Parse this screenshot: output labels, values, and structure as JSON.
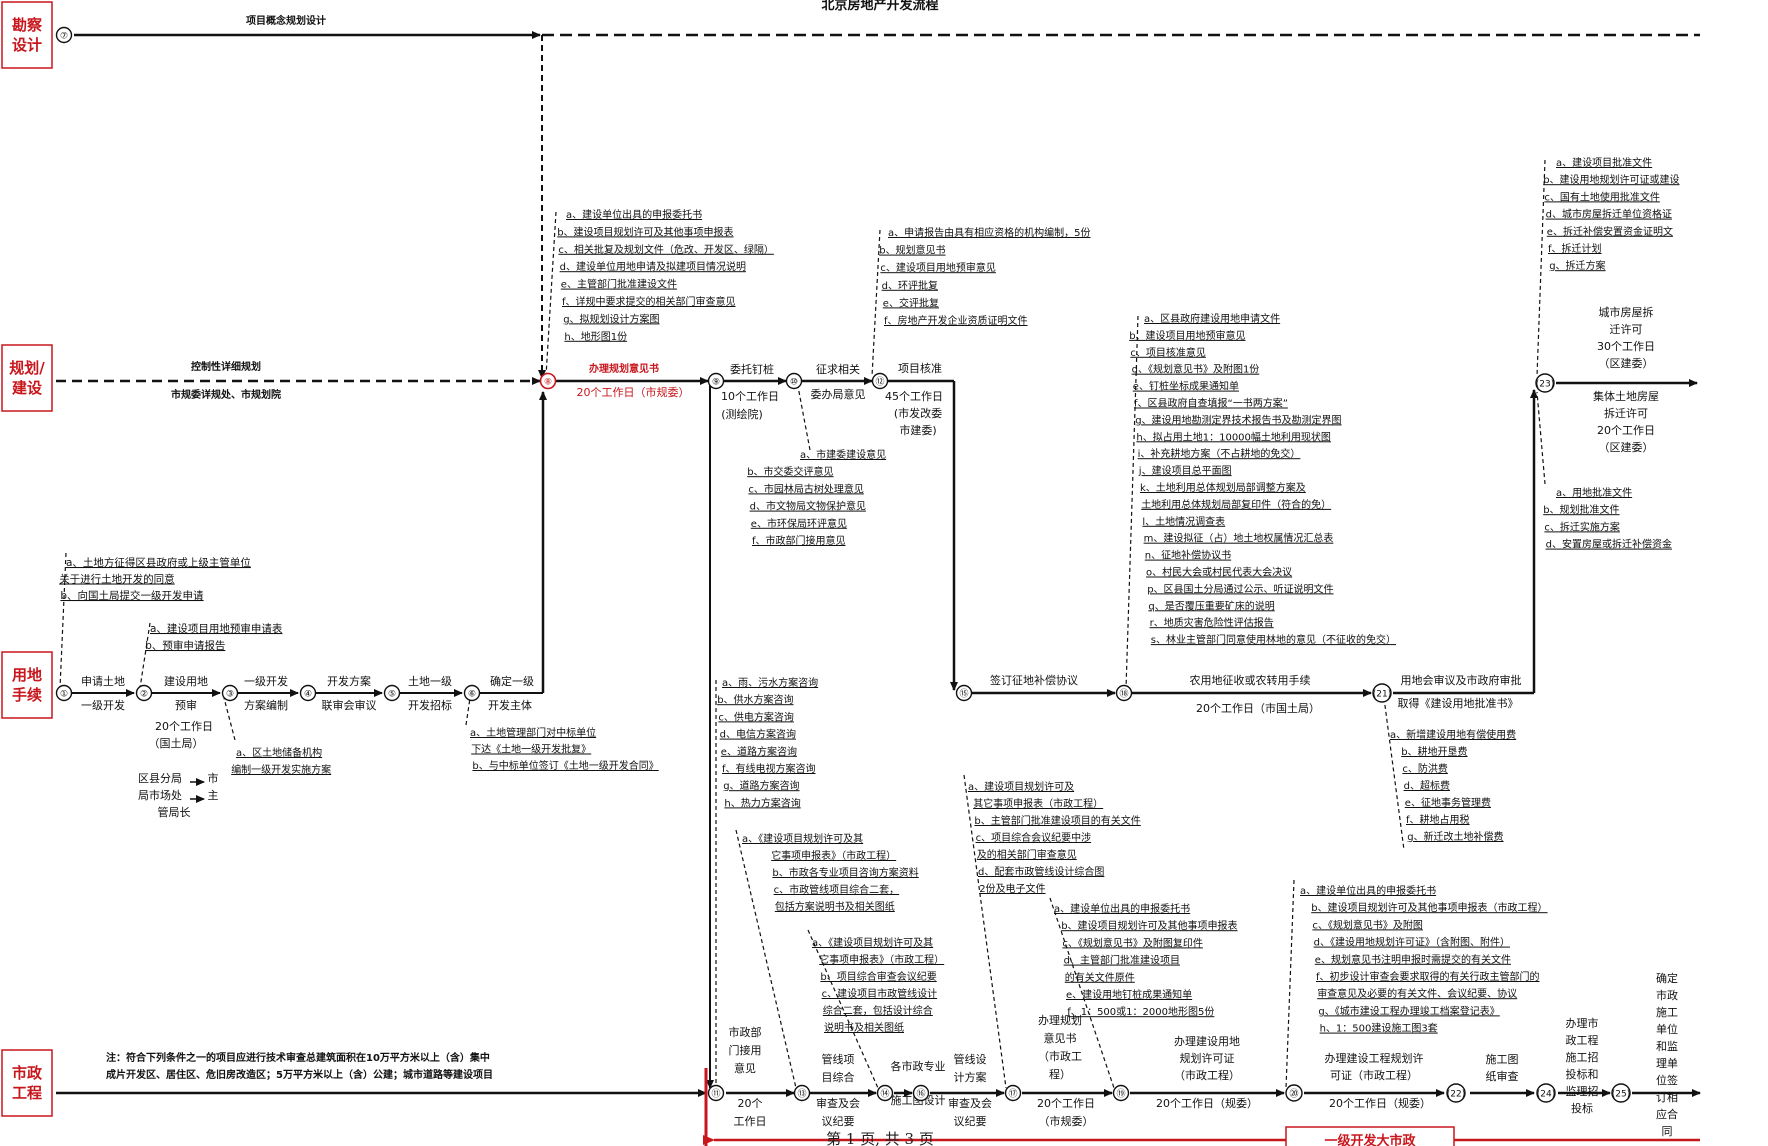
{
  "title": "北京房地产开发流程",
  "footer": {
    "page": "第 1 页, 共 3 页",
    "bar_label": "一级开发大市政"
  },
  "lanes": [
    {
      "id": "kancha",
      "label_l1": "勘察",
      "label_l2": "设计"
    },
    {
      "id": "guihua",
      "label_l1": "规划/",
      "label_l2": "建设"
    },
    {
      "id": "yongdi",
      "label_l1": "用地",
      "label_l2": "手续"
    },
    {
      "id": "shizheng",
      "label_l1": "市政",
      "label_l2": "工程"
    }
  ],
  "nodes": [
    {
      "label": "⑦"
    },
    {
      "label": "⑧"
    },
    {
      "label": "⑨"
    },
    {
      "label": "⑩"
    },
    {
      "label": "⑫"
    },
    {
      "label": "①"
    },
    {
      "label": "②"
    },
    {
      "label": "③"
    },
    {
      "label": "④"
    },
    {
      "label": "⑤"
    },
    {
      "label": "⑥"
    },
    {
      "label": "⑮"
    },
    {
      "label": "⑱"
    },
    {
      "label": "(21)"
    },
    {
      "label": "(23)"
    },
    {
      "label": "⑪"
    },
    {
      "label": "⑬"
    },
    {
      "label": "⑭"
    },
    {
      "label": "⑯"
    },
    {
      "label": "⑰"
    },
    {
      "label": "⑲"
    },
    {
      "label": "⑳"
    },
    {
      "label": "(22)"
    },
    {
      "label": "(24)"
    },
    {
      "label": "(25)"
    }
  ],
  "edges": [
    {
      "label": "项目概念规划设计"
    },
    {
      "label": "控制性详细规划"
    },
    {
      "label": "市规委详规处、市规划院"
    },
    {
      "label": "办理规划意见书"
    },
    {
      "label": "20个工作日（市规委）"
    },
    {
      "label": "委托钉桩"
    },
    {
      "label": "10个工作日"
    },
    {
      "label": "(测绘院)"
    },
    {
      "label": "征求相关"
    },
    {
      "label": "委办局意见"
    },
    {
      "label": "项目核准"
    },
    {
      "label": "45个工作日"
    },
    {
      "label": "(市发改委"
    },
    {
      "label": "市建委)"
    },
    {
      "label": "签订征地补偿协议"
    },
    {
      "label": "农用地征收或农转用手续"
    },
    {
      "label": "20个工作日（市国土局）"
    },
    {
      "label": "用地会审议及市政府审批"
    },
    {
      "label": "取得《建设用地批准书》"
    },
    {
      "label": "城市房屋拆"
    },
    {
      "label": "迁许可"
    },
    {
      "label": "30个工作日"
    },
    {
      "label": "（区建委）"
    },
    {
      "label": "集体土地房屋"
    },
    {
      "label": "拆迁许可"
    },
    {
      "label": "20个工作日"
    },
    {
      "label": "（区建委）"
    },
    {
      "label": "申请土地"
    },
    {
      "label": "一级开发"
    },
    {
      "label": "建设用地"
    },
    {
      "label": "预审"
    },
    {
      "label": "20个工作日"
    },
    {
      "label": "（国土局）"
    },
    {
      "label": "一级开发"
    },
    {
      "label": "方案编制"
    },
    {
      "label": "开发方案"
    },
    {
      "label": "联审会审议"
    },
    {
      "label": "土地一级"
    },
    {
      "label": "开发招标"
    },
    {
      "label": "确定一级"
    },
    {
      "label": "开发主体"
    },
    {
      "label": "区县分局"
    },
    {
      "label": "局市场处"
    },
    {
      "label": "市"
    },
    {
      "label": "主"
    },
    {
      "label": "管局长"
    },
    {
      "label": "市政部"
    },
    {
      "label": "门接用"
    },
    {
      "label": "意见"
    },
    {
      "label": "20个"
    },
    {
      "label": "工作日"
    },
    {
      "label": "管线项"
    },
    {
      "label": "目综合"
    },
    {
      "label": "审查及会"
    },
    {
      "label": "议纪要"
    },
    {
      "label": "各市政专业"
    },
    {
      "label": "施工图设计"
    },
    {
      "label": "管线设"
    },
    {
      "label": "计方案"
    },
    {
      "label": "审查及会"
    },
    {
      "label": "议纪要"
    },
    {
      "label": "办理规划"
    },
    {
      "label": "意见书"
    },
    {
      "label": "（市政工"
    },
    {
      "label": "程）"
    },
    {
      "label": "20个工作日"
    },
    {
      "label": "（市规委）"
    },
    {
      "label": "办理建设用地"
    },
    {
      "label": "规划许可证"
    },
    {
      "label": "（市政工程）"
    },
    {
      "label": "20个工作日（规委）"
    },
    {
      "label": "办理建设工程规划许"
    },
    {
      "label": "可证（市政工程）"
    },
    {
      "label": "20个工作日（规委）"
    },
    {
      "label": "施工图"
    },
    {
      "label": "纸审查"
    },
    {
      "label": "办理市"
    },
    {
      "label": "政工程"
    },
    {
      "label": "施工招"
    },
    {
      "label": "投标和"
    },
    {
      "label": "监理招"
    },
    {
      "label": "投标"
    },
    {
      "label": "确定"
    },
    {
      "label": "市政"
    },
    {
      "label": "施工"
    },
    {
      "label": "单位"
    },
    {
      "label": "和监"
    },
    {
      "label": "理单"
    },
    {
      "label": "位签"
    },
    {
      "label": "订相"
    },
    {
      "label": "应合"
    },
    {
      "label": "同"
    }
  ],
  "note": {
    "l1": "注：符合下列条件之一的项目应进行技术审查总建筑面积在10万平方米以上（含）集中",
    "l2": "成片开发区、居住区、危旧房改造区；5万平方米以上（含）公建；城市道路等建设项目"
  },
  "lists": {
    "g8": [
      "a、建设单位出具的申报委托书",
      "b、建设项目规划许可及其他事项申报表",
      "c、相关批复及规划文件（危改、开发区、绿隔）",
      "d、建设单位用地申请及拟建项目情况说明",
      "e、主管部门批准建设文件",
      "f、详规中要求提交的相关部门审查意见",
      "g、拟规划设计方案图",
      "h、地形图1份"
    ],
    "g12": [
      "a、申请报告由具有相应资格的机构编制，5份",
      "b、规划意见书",
      "c、建设项目用地预审意见",
      "d、环评批复",
      "e、交评批复",
      "f、房地产开发企业资质证明文件"
    ],
    "g10": [
      "a、市建委建设意见",
      "b、市交委交评意见",
      "c、市园林局古树处理意见",
      "d、市文物局文物保护意见",
      "e、市环保局环评意见",
      "f、市政部门接用意见"
    ],
    "g18": [
      "a、区县政府建设用地申请文件",
      "b、建设项目用地预审意见",
      "c、项目核准意见",
      "d、《规划意见书》及附图1份",
      "e、钉桩坐标成果通知单",
      "f、区县政府自查填报“一书两方案”",
      "g、建设用地勘测定界技术报告书及勘测定界图",
      "h、拟占用土地1：10000幅土地利用现状图",
      "i、补充耕地方案（不占耕地的免交）",
      "j、建设项目总平面图",
      "k、土地利用总体规划局部调整方案及",
      "土地利用总体规划局部复印件（符合的免）",
      "l、土地情况调查表",
      "m、建设拟征（占）地土地权属情况汇总表",
      "n、征地补偿协议书",
      "o、村民大会或村民代表大会决议",
      "p、区县国土分局通过公示、听证说明文件",
      "q、是否覆压重要矿床的说明",
      "r、地质灾害危险性评估报告",
      "s、林业主管部门同意使用林地的意见（不征收的免交）"
    ],
    "g23a": [
      "a、建设项目批准文件",
      "b、建设用地规划许可证或建设",
      "c、国有土地使用批准文件",
      "d、城市房屋拆迁单位资格证",
      "e、拆迁补偿安置资金证明文",
      "f、拆迁计划",
      "g、拆迁方案"
    ],
    "g23b": [
      "a、用地批准文件",
      "b、规划批准文件",
      "c、拆迁实施方案",
      "d、安置房屋或拆迁补偿资金"
    ],
    "g2a": [
      "a、土地方征得区县政府或上级主管单位",
      "关于进行土地开发的同意",
      "b、向国土局提交一级开发申请"
    ],
    "g2b": [
      "a、建设项目用地预审申请表",
      "b、预审申请报告"
    ],
    "g3": [
      "a、区土地储备机构",
      "编制一级开发实施方案"
    ],
    "g6": [
      "a、土地管理部门对中标单位",
      "下达《土地一级开发批复》",
      "b、与中标单位签订《土地一级开发合同》"
    ],
    "g11": [
      "a、雨、污水方案咨询",
      "b、供水方案咨询",
      "c、供电方案咨询",
      "d、电信方案咨询",
      "e、道路方案咨询",
      "f、有线电视方案咨询",
      "g、道路方案咨询",
      "h、热力方案咨询"
    ],
    "g13": [
      "a、《建设项目规划许可及其",
      "它事项申报表》（市政工程）",
      "b、市政各专业项目咨询方案资料",
      "c、市政管线项目综合二套，",
      "包括方案说明书及相关图纸"
    ],
    "g14": [
      "a、《建设项目规划许可及其",
      "它事项申报表》（市政工程）",
      "b、项目综合审查会议纪要",
      "c、建设项目市政管线设计",
      "综合二套，包括设计综合",
      "说明书及相关图纸"
    ],
    "g17a": [
      "a、建设项目规划许可及",
      "其它事项申报表（市政工程）",
      "b、主管部门批准建设项目的有关文件",
      "c、项目综合会议纪要中涉",
      "及的相关部门审查意见",
      "d、配套市政管线设计综合图",
      "2份及电子文件"
    ],
    "g19": [
      "a、建设单位出具的申报委托书",
      "b、建设项目规划许可及其他事项申报表",
      "c、《规划意见书》及附图复印件",
      "d、主管部门批准建设项目",
      "的有关文件原件",
      "e、建设用地钉桩成果通知单",
      "f、1：500或1：2000地形图5份"
    ],
    "g20": [
      "a、建设单位出具的申报委托书",
      "b、建设项目规划许可及其他事项申报表（市政工程）",
      "c、《规划意见书》及附图",
      "d、《建设用地规划许可证》（含附图、附件）",
      "e、规划意见书注明申报时需提交的有关文件",
      "f、初步设计审查会要求取得的有关行政主管部门的",
      "审查意见及必要的有关文件、会议纪要、协议",
      "g、《城市建设工程办理竣工档案登记表》",
      "h、1：500建设施工图3套"
    ],
    "g21": [
      "a、新增建设用地有偿使用费",
      "b、耕地开垦费",
      "c、防洪费",
      "d、超标费",
      "e、征地事务管理费",
      "f、耕地占用税",
      "g、新迁改土地补偿费"
    ]
  }
}
